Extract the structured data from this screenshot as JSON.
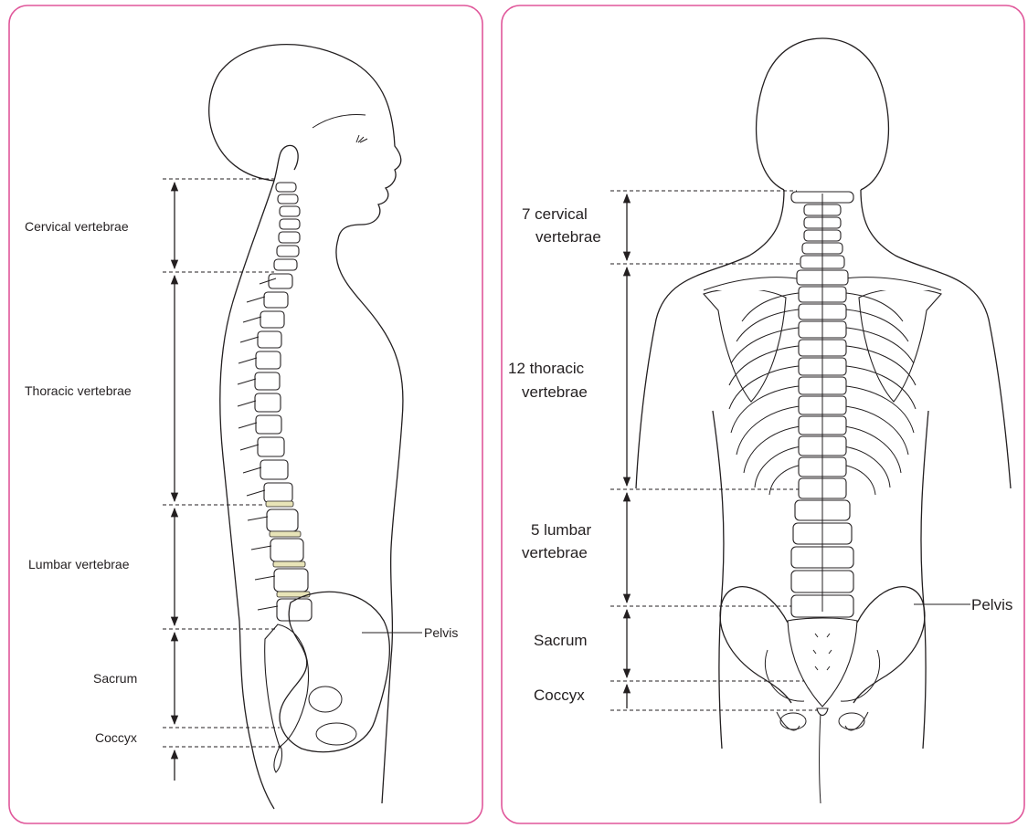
{
  "colors": {
    "frame": "#e0569a",
    "ink": "#231f20",
    "disc": "#e8e4b8"
  },
  "lateral_view": {
    "labels": {
      "cervical": "Cervical vertebrae",
      "thoracic": "Thoracic vertebrae",
      "lumbar": "Lumbar vertebrae",
      "sacrum": "Sacrum",
      "coccyx": "Coccyx",
      "pelvis": "Pelvis"
    }
  },
  "posterior_view": {
    "labels": {
      "cervical_1": "7 cervical",
      "cervical_2": "vertebrae",
      "thoracic_1": "12 thoracic",
      "thoracic_2": "vertebrae",
      "lumbar_1": "5 lumbar",
      "lumbar_2": "vertebrae",
      "sacrum": "Sacrum",
      "coccyx": "Coccyx",
      "pelvis": "Pelvis"
    }
  }
}
